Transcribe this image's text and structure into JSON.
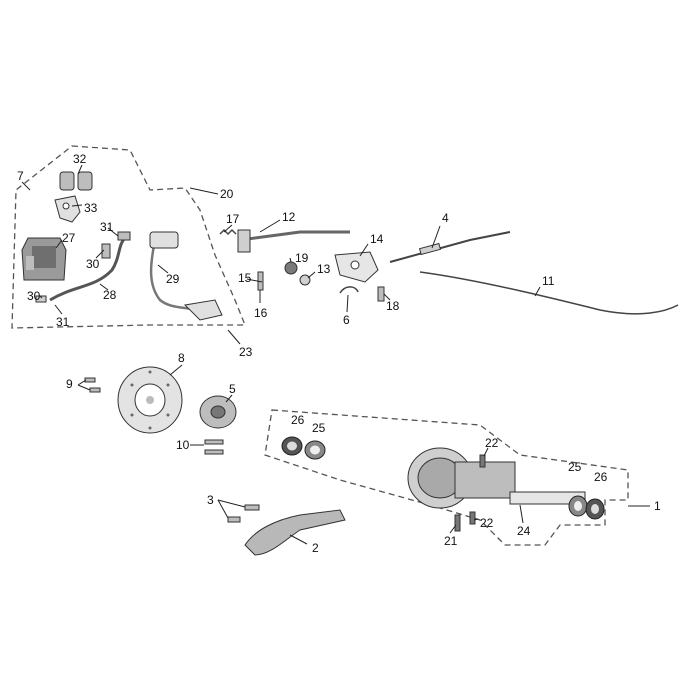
{
  "callouts": {
    "c1": "1",
    "c2": "2",
    "c3": "3",
    "c4": "4",
    "c5": "5",
    "c6": "6",
    "c7": "7",
    "c8": "8",
    "c9": "9",
    "c10": "10",
    "c11": "11",
    "c12": "12",
    "c13": "13",
    "c14": "14",
    "c15": "15",
    "c16": "16",
    "c17": "17",
    "c18": "18",
    "c19": "19",
    "c20": "20",
    "c21": "21",
    "c22a": "22",
    "c22b": "22",
    "c23": "23",
    "c24": "24",
    "c25a": "25",
    "c25b": "25",
    "c26a": "26",
    "c26b": "26",
    "c27": "27",
    "c28": "28",
    "c29": "29",
    "c30a": "30",
    "c30b": "30",
    "c31a": "31",
    "c31b": "31",
    "c32": "32",
    "c33": "33"
  },
  "colors": {
    "line": "#222222",
    "part_fill": "#d9d9d9",
    "part_dark": "#8a8a8a",
    "background": "#ffffff"
  }
}
